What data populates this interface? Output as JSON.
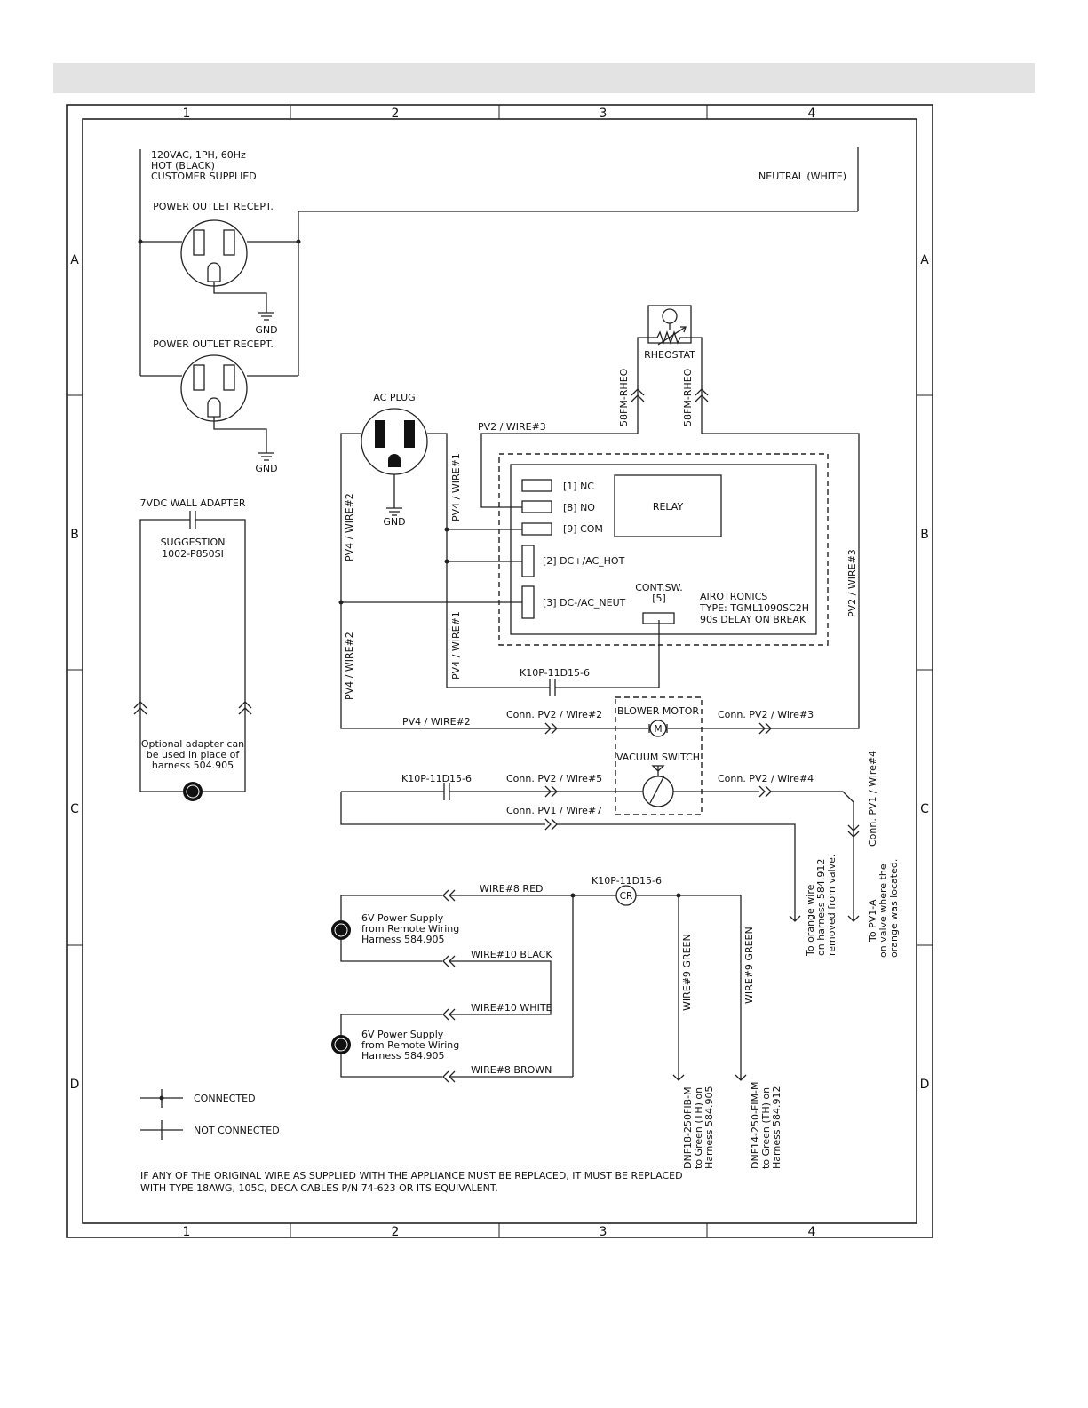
{
  "grid": {
    "columns": [
      "1",
      "2",
      "3",
      "4"
    ],
    "rows": [
      "A",
      "B",
      "C",
      "D"
    ]
  },
  "power": {
    "supply_lines": [
      "120VAC, 1PH, 60Hz",
      "HOT (BLACK)",
      "CUSTOMER SUPPLIED"
    ],
    "neutral": "NEUTRAL (WHITE)",
    "outlet1": "POWER OUTLET RECEPT.",
    "outlet2": "POWER OUTLET RECEPT.",
    "gnd": "GND"
  },
  "rheostat": {
    "label": "RHEOSTAT",
    "conn_left": "58FM-RHEO",
    "conn_right": "58FM-RHEO"
  },
  "ac_plug": {
    "label": "AC PLUG",
    "gnd": "GND"
  },
  "wires": {
    "pv2_wire3": "PV2 / WIRE#3",
    "pv4_wire2": "PV4 / WIRE#2",
    "pv4_wire1": "PV4 / WIRE#1",
    "k10p": "K10P-11D15-6",
    "conn_pv2_wire2": "Conn. PV2 / Wire#2",
    "conn_pv2_wire3": "Conn. PV2 / Wire#3",
    "conn_pv2_wire5": "Conn. PV2 / Wire#5",
    "conn_pv2_wire4": "Conn. PV2 / Wire#4",
    "conn_pv1_wire7": "Conn. PV1 / Wire#7",
    "conn_pv1_wire4": "Conn. PV1 / Wire#4",
    "wire8_red": "WIRE#8 RED",
    "wire10_black": "WIRE#10 BLACK",
    "wire10_white": "WIRE#10 WHITE",
    "wire8_brown": "WIRE#8 BROWN",
    "wire9_green": "WIRE#9 GREEN"
  },
  "adapter": {
    "title": "7VDC WALL ADAPTER",
    "suggestion": "SUGGESTION",
    "part": "1002-P850SI",
    "note_lines": [
      "Optional adapter can",
      "be used in place of",
      "harness 504.905"
    ]
  },
  "relay_board": {
    "relay": "RELAY",
    "pins": [
      "[1] NC",
      "[8] NO",
      "[9] COM",
      "[2] DC+/AC_HOT",
      "[3] DC-/AC_NEUT"
    ],
    "cont_sw": "CONT.SW.",
    "cont_pin": "[5]",
    "maker": "AIROTRONICS",
    "type": "TYPE: TGML1090SC2H",
    "delay": "90s DELAY ON BREAK"
  },
  "blower": {
    "label": "BLOWER MOTOR",
    "symbol": "M"
  },
  "vacuum": {
    "label": "VACUUM SWITCH"
  },
  "cr": {
    "symbol": "CR"
  },
  "power_supply": {
    "lines": [
      "6V Power Supply",
      "from Remote Wiring",
      "Harness 584.905"
    ]
  },
  "notes": {
    "orange_lines": [
      "To orange wire",
      "on harness 584.912",
      "removed from valve."
    ],
    "pv1_lines": [
      "To PV1-A",
      "on valve where the",
      "orange was located."
    ],
    "green1_lines": [
      "DNF18-250FIB-M",
      "to Green (TH) on",
      "Harness 584.905"
    ],
    "green2_lines": [
      "DNF14-250-FIM-M",
      "to Green (TH) on",
      "Harness 584.912"
    ]
  },
  "legend": {
    "connected": "CONNECTED",
    "not_connected": "NOT CONNECTED"
  },
  "footer_lines": [
    "IF ANY OF THE ORIGINAL WIRE AS SUPPLIED WITH THE APPLIANCE MUST BE REPLACED, IT MUST BE REPLACED",
    "WITH TYPE 18AWG, 105C, DECA CABLES P/N 74-623 OR ITS EQUIVALENT."
  ]
}
